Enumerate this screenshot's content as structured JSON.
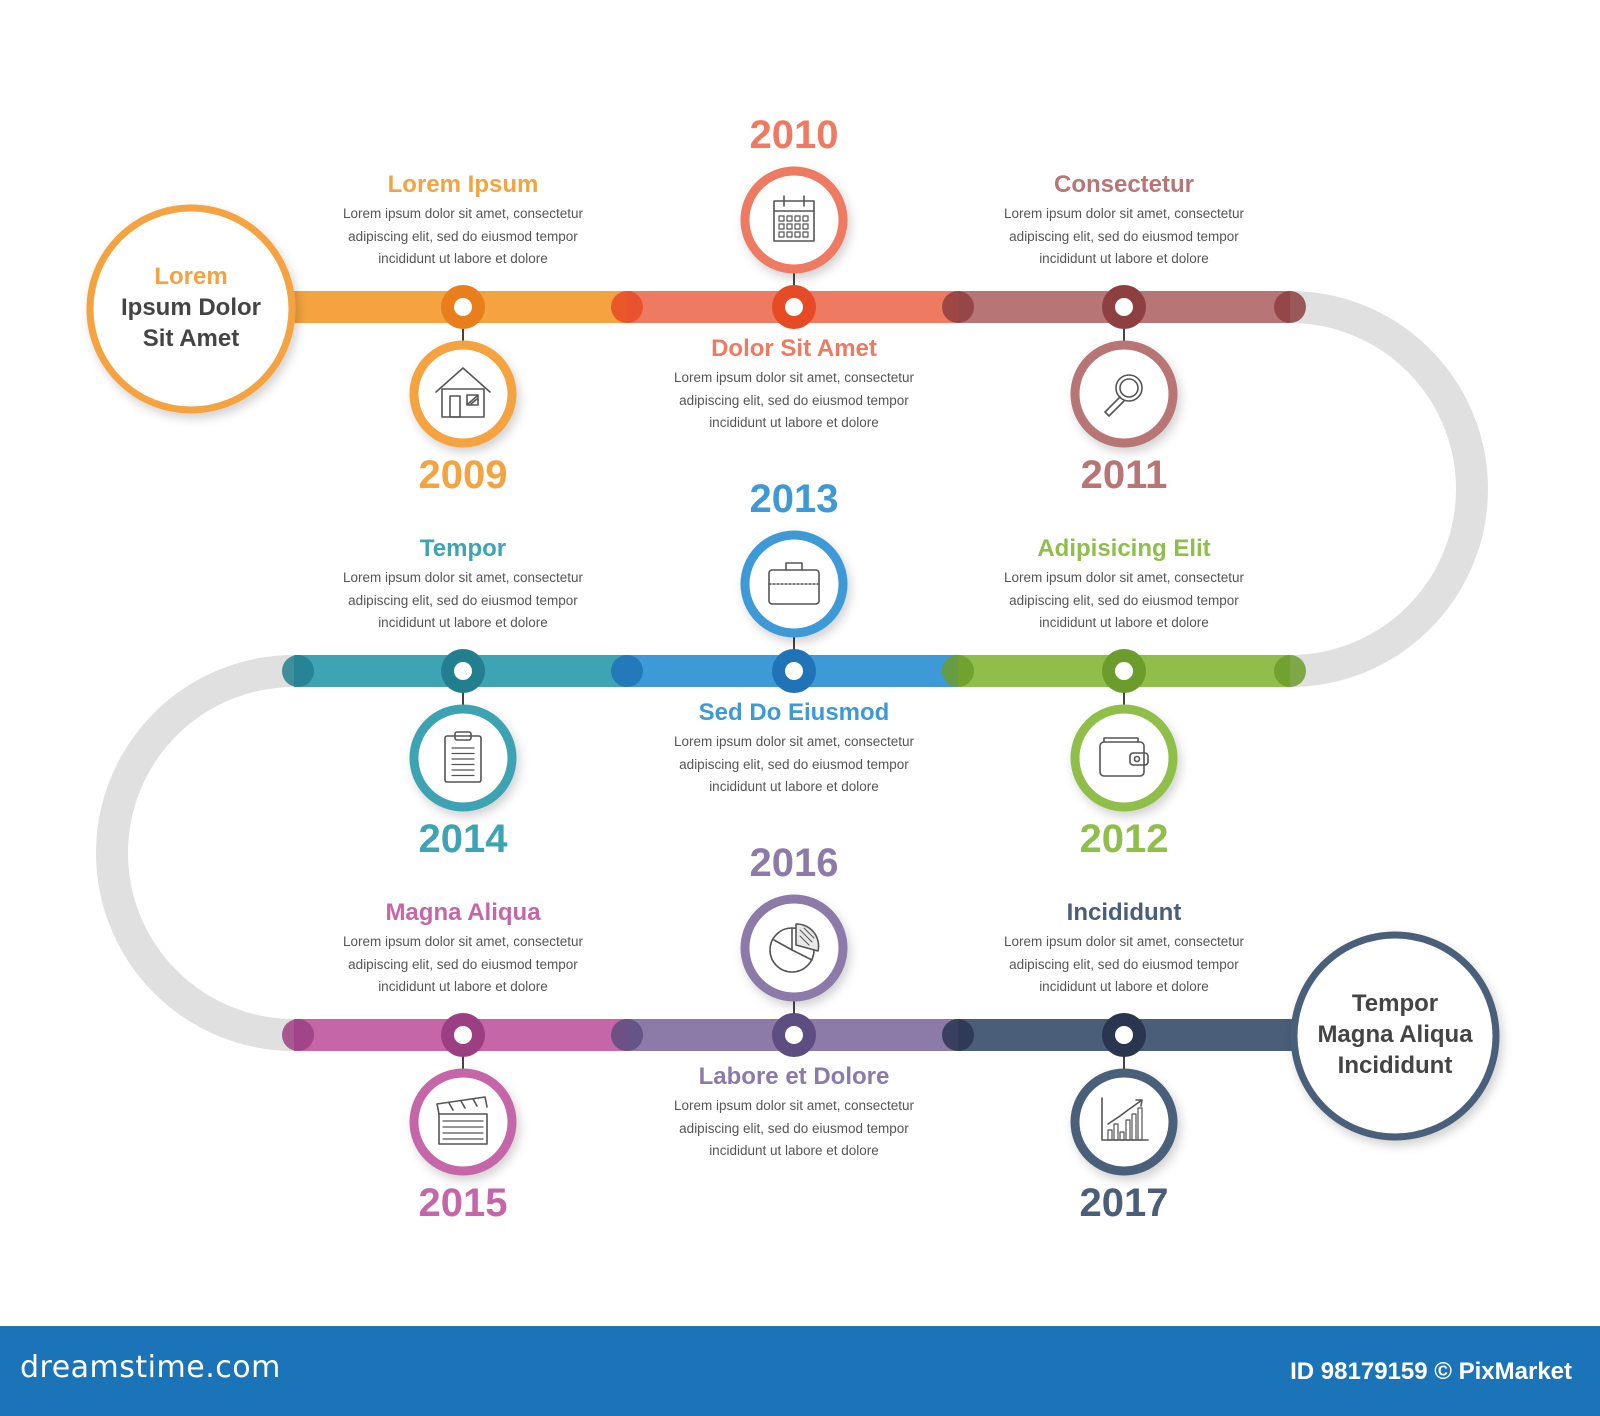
{
  "start": {
    "lines": [
      "Lorem",
      "Ipsum Dolor",
      "Sit Amet"
    ],
    "color": "#f4a340",
    "first_line_color": "#f4a340"
  },
  "end": {
    "lines": [
      "Tempor",
      "Magna Aliqua",
      "Incididunt"
    ],
    "color": "#4a5e7a"
  },
  "track_color": "#e0e0e0",
  "lorem_lines": [
    "Lorem ipsum dolor sit amet, consectetur",
    "adipiscing elit, sed do eiusmod tempor",
    "incididunt ut labore et dolore"
  ],
  "milestones": [
    {
      "year": "2009",
      "title": "Lorem Ipsum",
      "color": "#f4a340",
      "dark": "#e87e1c",
      "icon": "house-icon"
    },
    {
      "year": "2010",
      "title": "Dolor Sit Amet",
      "color": "#ef7a62",
      "dark": "#e74b26",
      "icon": "calendar-icon"
    },
    {
      "year": "2011",
      "title": "Consectetur",
      "color": "#b87575",
      "dark": "#8e4040",
      "icon": "magnifier-icon"
    },
    {
      "year": "2012",
      "title": "Adipisicing Elit",
      "color": "#8fbf4a",
      "dark": "#6c9c2c",
      "icon": "wallet-icon"
    },
    {
      "year": "2013",
      "title": "Sed Do Eiusmod",
      "color": "#3d9ad6",
      "dark": "#1f73b6",
      "icon": "briefcase-icon"
    },
    {
      "year": "2014",
      "title": "Tempor",
      "color": "#3ea3b2",
      "dark": "#227f8e",
      "icon": "clipboard-icon"
    },
    {
      "year": "2015",
      "title": "Magna Aliqua",
      "color": "#c466a8",
      "dark": "#9c3f82",
      "icon": "clapperboard-icon"
    },
    {
      "year": "2016",
      "title": "Labore et Dolore",
      "color": "#8c7aa8",
      "dark": "#5e4d80",
      "icon": "pie-chart-icon"
    },
    {
      "year": "2017",
      "title": "Incididunt",
      "color": "#4a5e7a",
      "dark": "#2a3550",
      "icon": "bar-chart-icon"
    }
  ],
  "footer": {
    "logo": "dreamstime.com",
    "credit": "ID 98179159 © PixMarket"
  }
}
